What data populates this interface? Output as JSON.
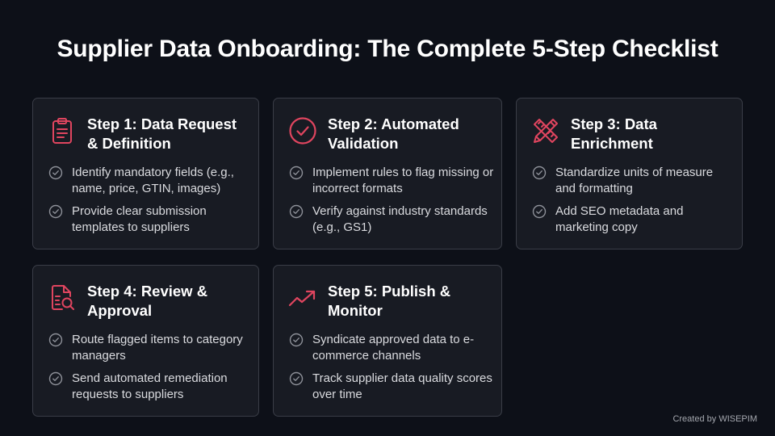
{
  "title": "Supplier Data Onboarding: The Complete 5-Step Checklist",
  "accent_color": "#e0455f",
  "steps": [
    {
      "title_line1": "Step 1: Data Request",
      "title_line2": "& Definition",
      "icon": "clipboard-icon",
      "items": [
        "Identify mandatory fields (e.g., name, price, GTIN, images)",
        "Provide clear submission templates to suppliers"
      ]
    },
    {
      "title_line1": "Step 2: Automated",
      "title_line2": "Validation",
      "icon": "check-circle-icon",
      "items": [
        "Implement rules to flag missing or incorrect formats",
        "Verify against industry standards (e.g., GS1)"
      ]
    },
    {
      "title_line1": "Step 3: Data",
      "title_line2": "Enrichment",
      "icon": "pencil-ruler-icon",
      "items": [
        "Standardize units of measure and formatting",
        "Add SEO metadata and marketing copy"
      ]
    },
    {
      "title_line1": "Step 4: Review &",
      "title_line2": "Approval",
      "icon": "document-search-icon",
      "items": [
        "Route flagged items to category managers",
        "Send automated remediation requests to suppliers"
      ]
    },
    {
      "title_line1": "Step 5: Publish &",
      "title_line2": "Monitor",
      "icon": "trending-up-icon",
      "items": [
        "Syndicate approved data to e-commerce channels",
        "Track supplier data quality scores over time"
      ]
    }
  ],
  "footer": "Created by WISEPIM"
}
